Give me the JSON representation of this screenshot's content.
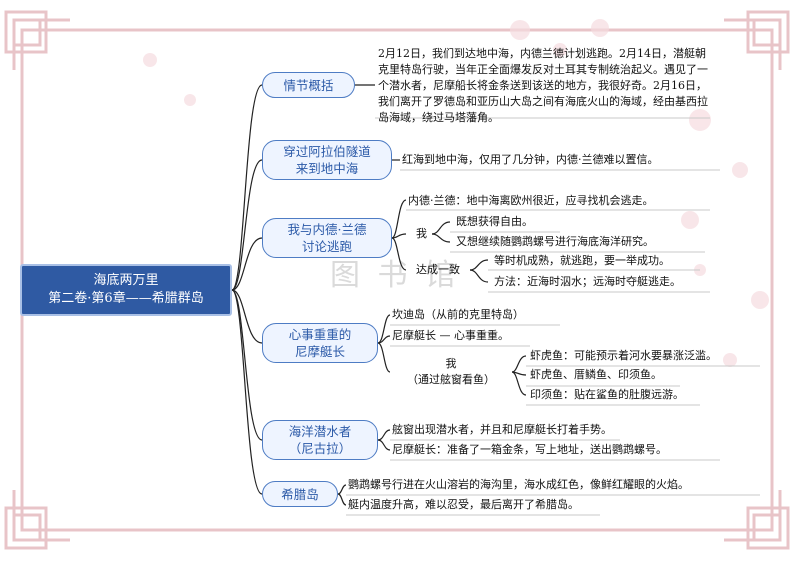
{
  "root": {
    "line1": "海底两万里",
    "line2": "第二卷·第6章——希腊群岛"
  },
  "watermark": "图 书 馆",
  "branches": {
    "b1": {
      "label": "情节概括",
      "text": "2月12日，我们到达地中海，内德兰德计划逃跑。2月14日，潜艇朝克里特岛行驶，当年正全面爆发反对土耳其专制统治起义。遇见了一个潜水者，尼摩船长将金条送到该送的地方，我很好奇。2月16日，我们离开了罗德岛和亚历山大岛之间有海底火山的海域，经由基西拉岛海域，绕过马塔藩角。"
    },
    "b2": {
      "line1": "穿过阿拉伯隧道",
      "line2": "来到地中海",
      "text": "红海到地中海，仅用了几分钟，内德·兰德难以置信。"
    },
    "b3": {
      "line1": "我与内德·兰德",
      "line2": "讨论逃跑",
      "ned": "内德·兰德：地中海离欧州很近，应寻找机会逃走。",
      "me": "我",
      "me1": "既想获得自由。",
      "me2": "又想继续随鹦鹉螺号进行海底海洋研究。",
      "agree": "达成一致",
      "a1": "等时机成熟，就逃跑，要一举成功。",
      "a2": "方法：近海时泅水；远海时夺艇逃走。"
    },
    "b4": {
      "line1": "心事重重的",
      "line2": "尼摩艇长",
      "t1": "坎迪岛（从前的克里特岛）",
      "t2": "尼摩艇长 — 心事重重。",
      "me_l1": "我",
      "me_l2": "（通过舷窗看鱼）",
      "f1": "虾虎鱼：可能预示着河水要暴涨泛滥。",
      "f2": "虾虎鱼、厝鳞鱼、印须鱼。",
      "f3": "印须鱼：贴在鲨鱼的肚腹远游。"
    },
    "b5": {
      "line1": "海洋潜水者",
      "line2": "（尼古拉）",
      "t1": "舷窗出现潜水者，并且和尼摩艇长打着手势。",
      "t2": "尼摩艇长：准备了一箱金条，写上地址，送出鹦鹉螺号。"
    },
    "b6": {
      "label": "希腊岛",
      "t1": "鹦鹉螺号行进在火山溶岩的海沟里，海水成红色，像鲜红耀眼的火焰。",
      "t2": "艇内温度升高，难以忍受，最后离开了希腊岛。"
    }
  },
  "colors": {
    "root_fill": "#2f5aa3",
    "branch_stroke": "#4e7cc4",
    "connector": "#222222",
    "frame": "#e8c4c8"
  }
}
